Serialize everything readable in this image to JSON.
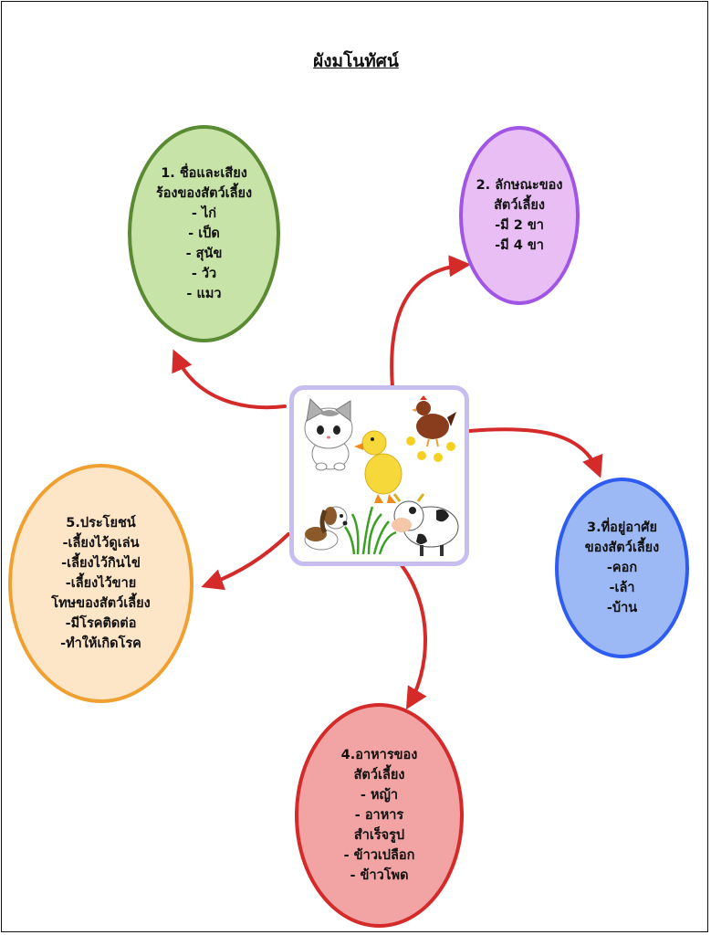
{
  "title": "ผังมโนทัศน์",
  "nodes": {
    "b1": {
      "lines": [
        "1. ชื่อและเสียง",
        "ร้องของสัตว์เลี้ยง",
        "- ไก่",
        "- เป็ด",
        "- สุนัข",
        "- วัว",
        "- แมว"
      ]
    },
    "b2": {
      "lines": [
        "2. ลักษณะของ",
        "สัตว์เลี้ยง",
        "-มี 2 ขา",
        "-มี 4 ขา"
      ]
    },
    "b3": {
      "lines": [
        "3.ที่อยู่อาศัย",
        "ของสัตว์เลี้ยง",
        "-คอก",
        "-เล้า",
        "-บ้าน"
      ]
    },
    "b4": {
      "lines": [
        "4.อาหารของ",
        "สัตว์เลี้ยง",
        "- หญ้า",
        "- อาหาร",
        "สำเร็จรูป",
        "- ข้าวเปลือก",
        "- ข้าวโพด"
      ]
    },
    "b5": {
      "lines": [
        "5.ประโยชน์",
        "-เลี้ยงไว้ดูเล่น",
        "-เลี้ยงไว้กินไข่",
        "-เลี้ยงไว้ขาย",
        "โทษของสัตว์เลี้ยง",
        "-มีโรคติดต่อ",
        "-ทำให้เกิดโรค"
      ]
    }
  },
  "center_images": [
    "cat",
    "hen",
    "chicks",
    "duck",
    "puppy",
    "grass",
    "cow"
  ],
  "colors": {
    "arrow": "#d42a2a",
    "center_border": "#c8bdf0",
    "b1_fill": "#c8e3a8",
    "b1_border": "#5a8a32",
    "b2_fill": "#e8bef5",
    "b2_border": "#a055e5",
    "b3_fill": "#9db9f5",
    "b3_border": "#2e5cf0",
    "b4_fill": "#f2a3a3",
    "b4_border": "#d42a2a",
    "b5_fill": "#fde5c8",
    "b5_border": "#f0a030"
  }
}
